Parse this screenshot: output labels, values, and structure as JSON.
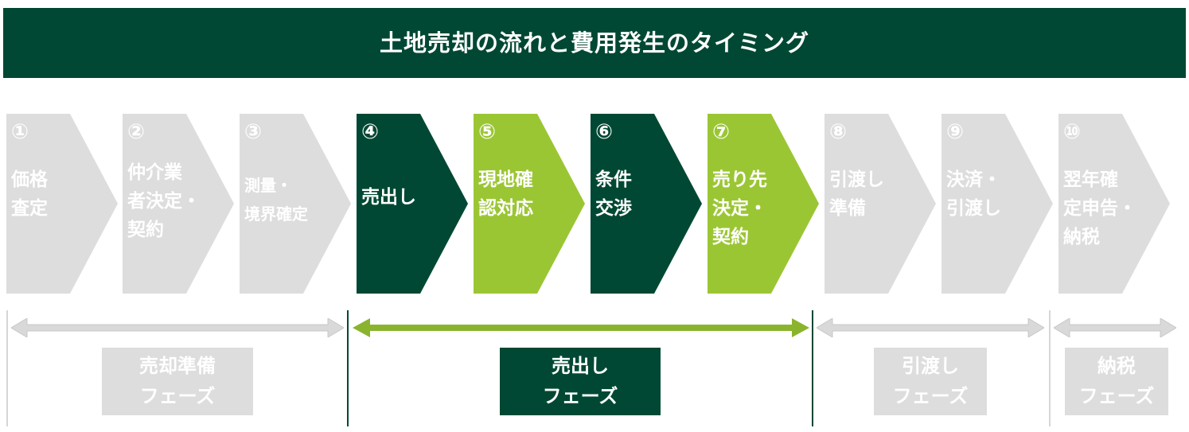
{
  "title": "土地売却の流れと費用発生のタイミング",
  "colors": {
    "dark_green": "#004833",
    "light_green": "#9bc634",
    "arrow_green": "#8bb42e",
    "gray": "#dddddd",
    "gray_arrow": "#cfcfcf",
    "divider_gray": "#d6d6d6"
  },
  "steps": [
    {
      "num": "①",
      "label": "価格\n査定",
      "style": "gray"
    },
    {
      "num": "②",
      "label": "仲介業\n者決定・\n契約",
      "style": "gray"
    },
    {
      "num": "③",
      "label": "測量・\n境界確定",
      "style": "gray"
    },
    {
      "num": "④",
      "label": "売出し",
      "style": "dark"
    },
    {
      "num": "⑤",
      "label": "現地確\n認対応",
      "style": "light"
    },
    {
      "num": "⑥",
      "label": "条件\n交渉",
      "style": "dark"
    },
    {
      "num": "⑦",
      "label": "売り先\n決定・\n契約",
      "style": "light"
    },
    {
      "num": "⑧",
      "label": "引渡し\n準備",
      "style": "gray"
    },
    {
      "num": "⑨",
      "label": "決済・\n引渡し",
      "style": "gray"
    },
    {
      "num": "⑩",
      "label": "翌年確\n定申告・\n納税",
      "style": "gray"
    }
  ],
  "phases": [
    {
      "label": "売却準備\nフェーズ",
      "style": "gray"
    },
    {
      "label": "売出し\nフェーズ",
      "style": "dark"
    },
    {
      "label": "引渡し\nフェーズ",
      "style": "gray"
    },
    {
      "label": "納税\nフェーズ",
      "style": "gray"
    }
  ]
}
